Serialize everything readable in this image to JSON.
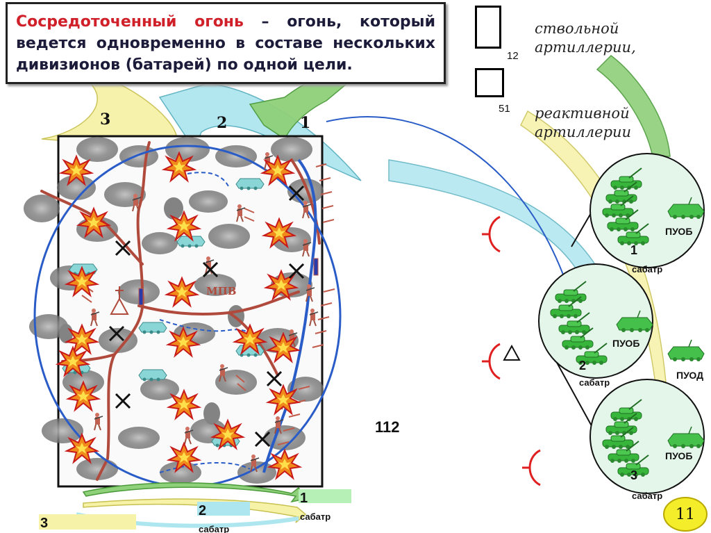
{
  "definition": {
    "term": "Сосредоточенный огонь",
    "text": " – огонь, который ведется одновременно в составе нескольких дивизионов (батарей) по одной цели."
  },
  "legend": {
    "barrel_number": "12",
    "barrel_text": "ствольной артиллерии,",
    "rocket_number": "51",
    "rocket_text": "реактивной артиллерии"
  },
  "fire_arrows": [
    "3",
    "2",
    "1"
  ],
  "target_label": "МПВ",
  "target_number": "112",
  "batteries": [
    {
      "number": "1",
      "unit": "сабатр",
      "post": "ПУОБ"
    },
    {
      "number": "2",
      "unit": "сабатр",
      "post": "ПУОБ"
    },
    {
      "number": "3",
      "unit": "сабатр",
      "post": "ПУОБ"
    }
  ],
  "division_post": "ПУОД",
  "bottom_labels": [
    {
      "number": "1",
      "unit": "сабатр"
    },
    {
      "number": "2",
      "unit": "сабатр"
    },
    {
      "number": "3"
    }
  ],
  "page_number": "11",
  "colors": {
    "term": "#d0202a",
    "arrow1": "#8fd07a",
    "arrow2": "#aee6f0",
    "arrow3": "#f6f2a8",
    "frontline": "#2a5cc8",
    "road": "#b04a3c",
    "tank_green": "#38b63c",
    "battery_fill": "#e4f5ea",
    "enemy_marker": "#e02020",
    "page_badge": "#f4ee2a"
  }
}
